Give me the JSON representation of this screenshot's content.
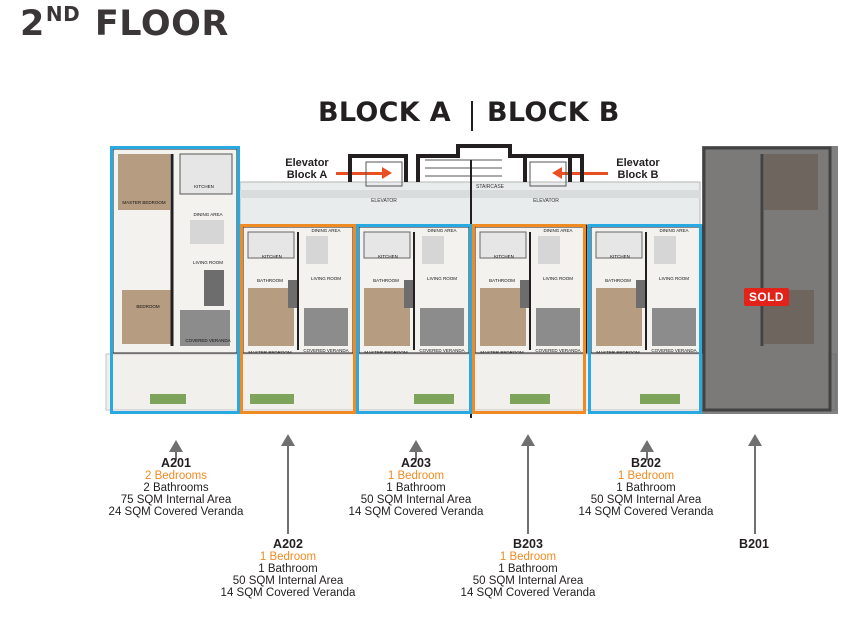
{
  "page": {
    "title_prefix": "2",
    "title_sup": "ND",
    "title_suffix": "FLOOR"
  },
  "blocks": {
    "a_label": "BLOCK A",
    "b_label": "BLOCK B"
  },
  "elevators": {
    "a": {
      "line1": "Elevator",
      "line2": "Block A"
    },
    "b": {
      "line1": "Elevator",
      "line2": "Block B"
    }
  },
  "plan_labels": {
    "elevator_tag": "ELEVATOR",
    "staircase_tag": "STAIRCASE",
    "master_bedroom": "MASTER BEDROOM",
    "bedroom": "BEDROOM",
    "kitchen": "KITCHEN",
    "dining_area": "DINING AREA",
    "living_room": "LIVING ROOM",
    "bathroom": "BATHROOM",
    "covered_veranda": "COVERED VERANDA",
    "sold": "SOLD"
  },
  "colors": {
    "accent_orange": "#ef8b22",
    "outline_blue": "#29a9e1",
    "elevator_arrow": "#ea4f22",
    "sold_red": "#e2231a",
    "pointer_gray": "#707070"
  },
  "units": [
    {
      "id": "A201",
      "bedrooms": "2 Bedrooms",
      "bathrooms": "2 Bathrooms",
      "internal": "75 SQM Internal Area",
      "veranda": "24 SQM Covered Veranda"
    },
    {
      "id": "A202",
      "bedrooms": "1 Bedroom",
      "bathrooms": "1 Bathroom",
      "internal": "50 SQM Internal Area",
      "veranda": "14 SQM Covered Veranda"
    },
    {
      "id": "A203",
      "bedrooms": "1 Bedroom",
      "bathrooms": "1 Bathroom",
      "internal": "50 SQM Internal Area",
      "veranda": "14 SQM Covered Veranda"
    },
    {
      "id": "B203",
      "bedrooms": "1 Bedroom",
      "bathrooms": "1 Bathroom",
      "internal": "50 SQM Internal Area",
      "veranda": "14 SQM Covered Veranda"
    },
    {
      "id": "B202",
      "bedrooms": "1 Bedroom",
      "bathrooms": "1 Bathroom",
      "internal": "50 SQM Internal Area",
      "veranda": "14 SQM Covered Veranda"
    },
    {
      "id": "B201"
    }
  ]
}
